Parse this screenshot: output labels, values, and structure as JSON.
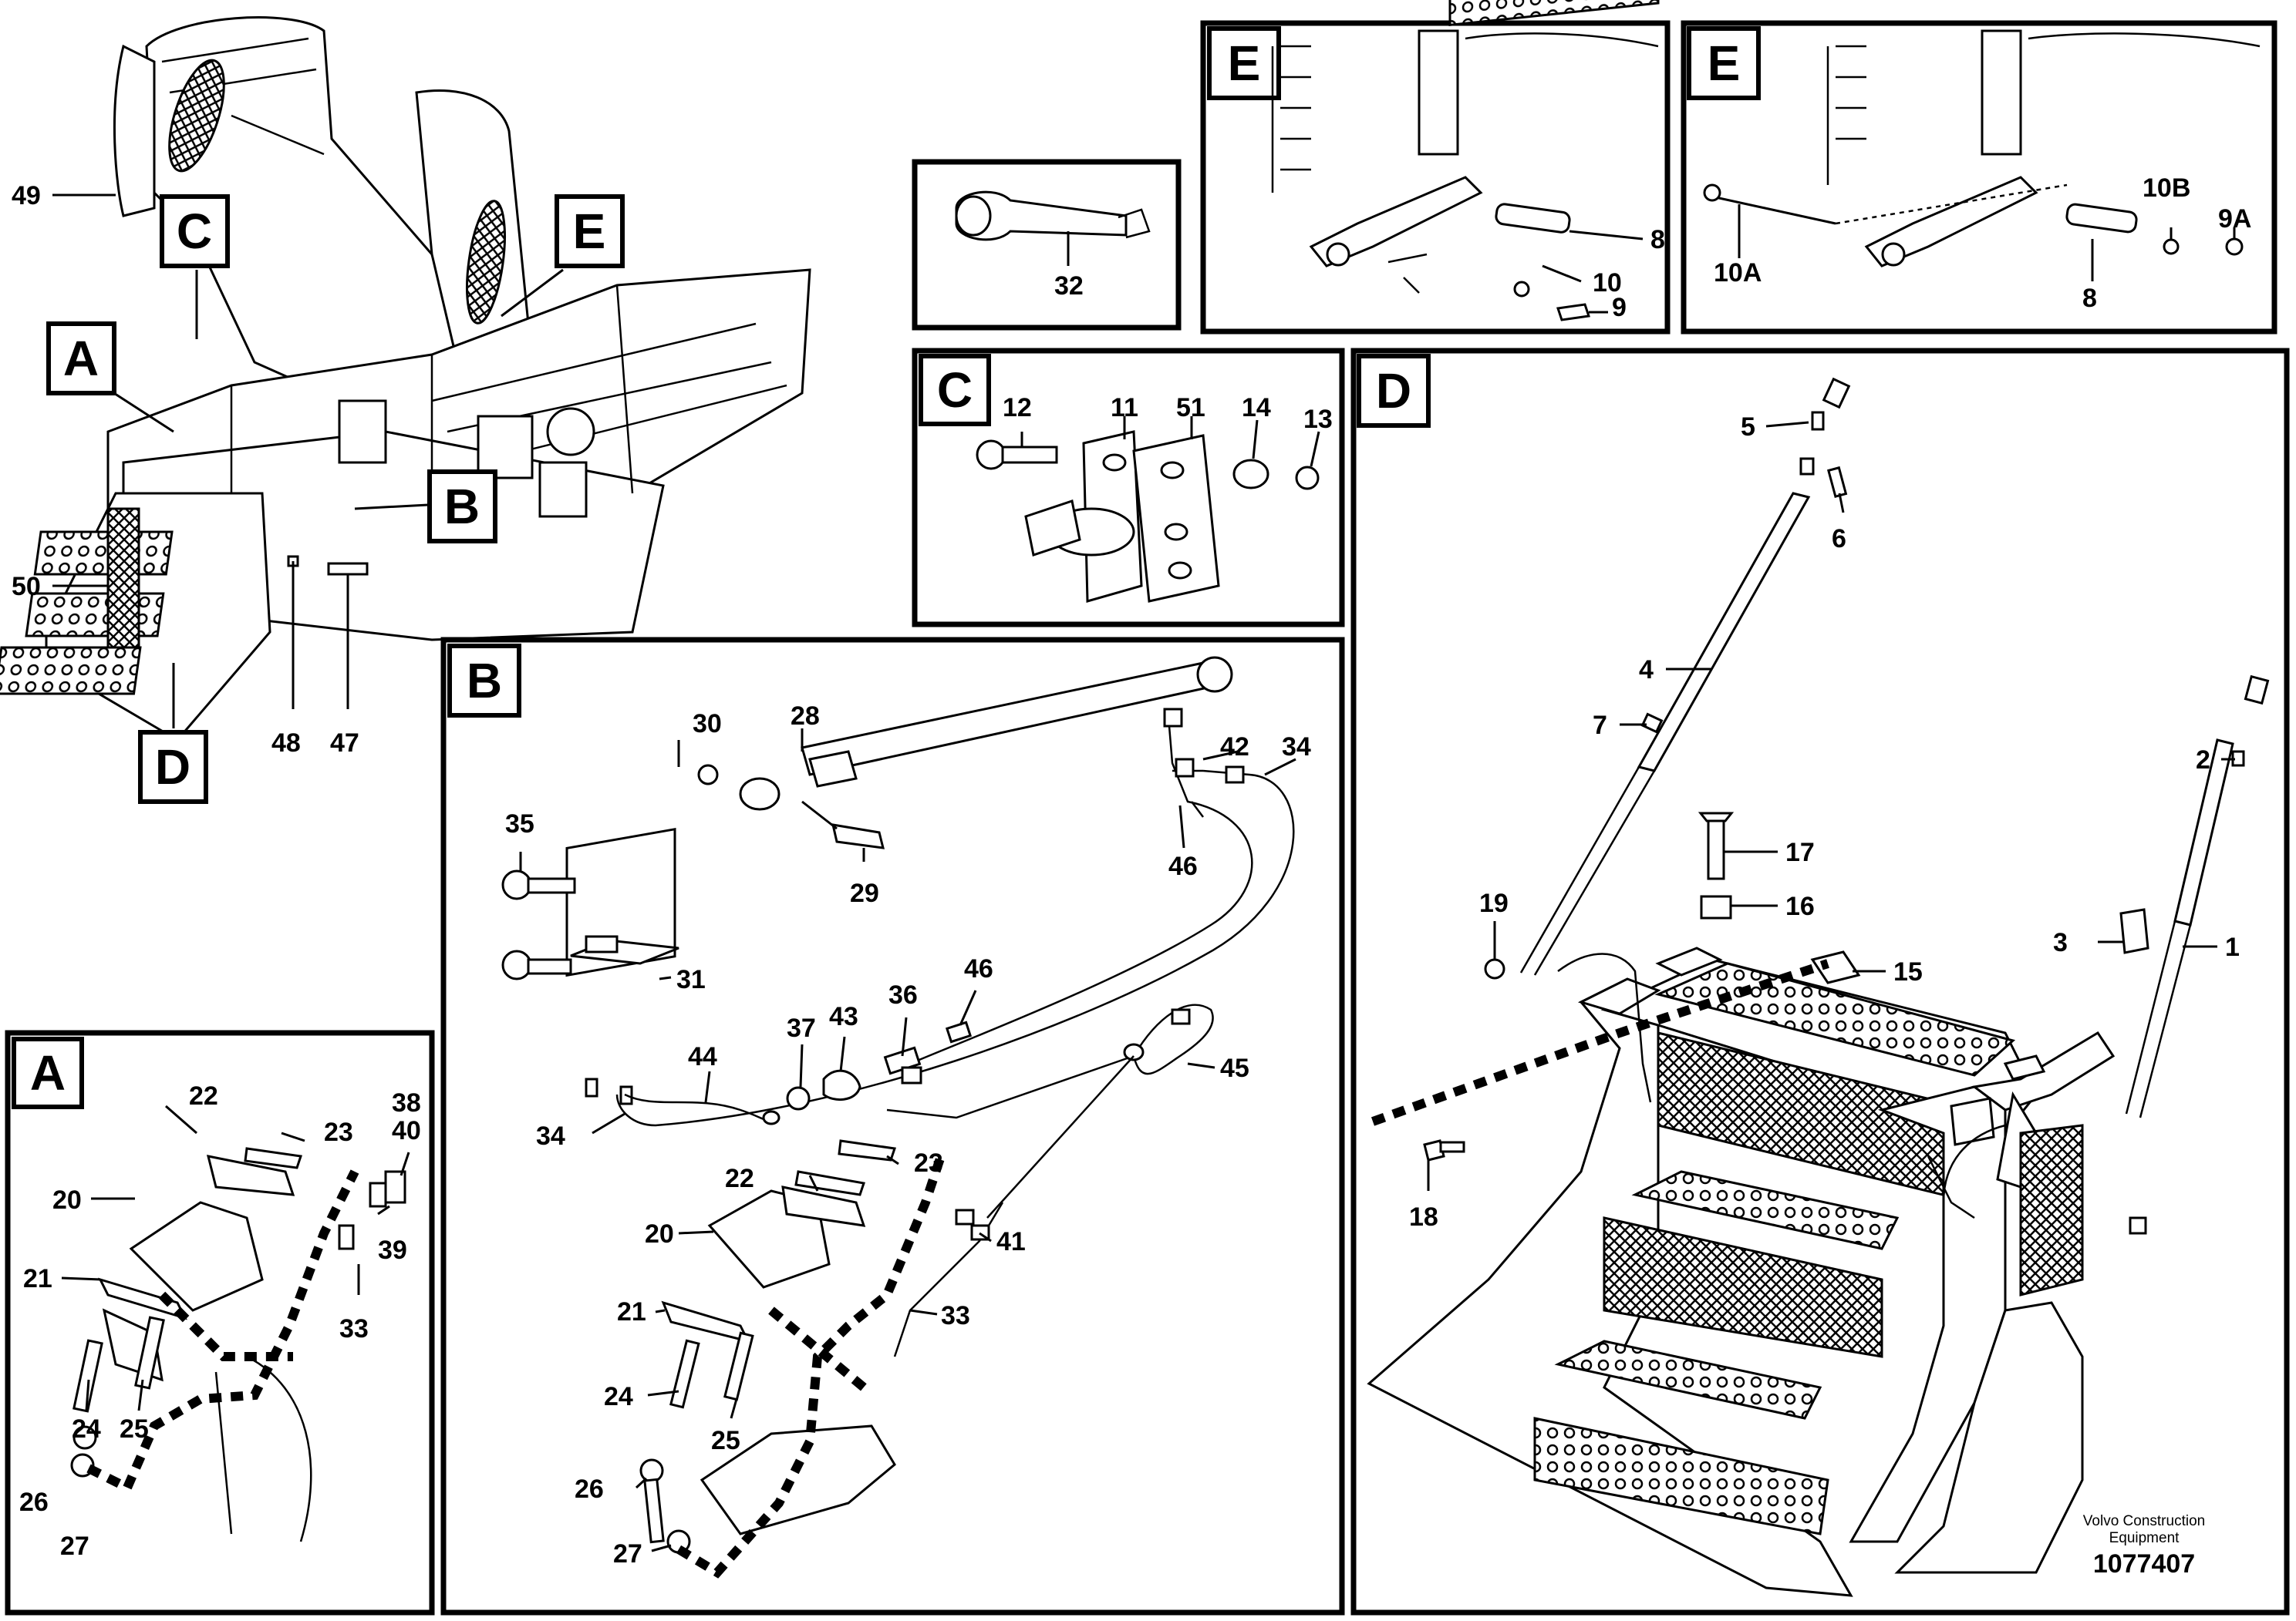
{
  "sections": {
    "A": "A",
    "B": "B",
    "C": "C",
    "D": "D",
    "E1": "E",
    "E2": "E"
  },
  "overview": {
    "callouts": {
      "A": "A",
      "B": "B",
      "C": "C",
      "D": "D",
      "E": "E"
    },
    "numbers": [
      "49",
      "50",
      "48",
      "47"
    ]
  },
  "box32": {
    "numbers": [
      "32"
    ]
  },
  "boxE1": {
    "numbers": [
      "8",
      "10",
      "9"
    ]
  },
  "boxE2": {
    "numbers": [
      "10B",
      "9A",
      "10A",
      "8"
    ]
  },
  "boxC": {
    "numbers": [
      "12",
      "11",
      "51",
      "14",
      "13"
    ]
  },
  "boxA": {
    "numbers": [
      "22",
      "23",
      "38",
      "40",
      "20",
      "39",
      "21",
      "33",
      "24",
      "25",
      "26",
      "27"
    ]
  },
  "boxB": {
    "numbers": [
      "30",
      "28",
      "42",
      "34",
      "35",
      "29",
      "46",
      "31",
      "46",
      "36",
      "37",
      "43",
      "44",
      "45",
      "34",
      "22",
      "23",
      "20",
      "41",
      "21",
      "33",
      "24",
      "25",
      "26",
      "27"
    ]
  },
  "boxD": {
    "numbers": [
      "5",
      "6",
      "4",
      "7",
      "2",
      "17",
      "16",
      "19",
      "15",
      "3",
      "1",
      "18"
    ]
  },
  "footer": {
    "company": "Volvo Construction\nEquipment",
    "company_line1": "Volvo Construction",
    "company_line2": "Equipment",
    "drawing_id": "1077407"
  }
}
